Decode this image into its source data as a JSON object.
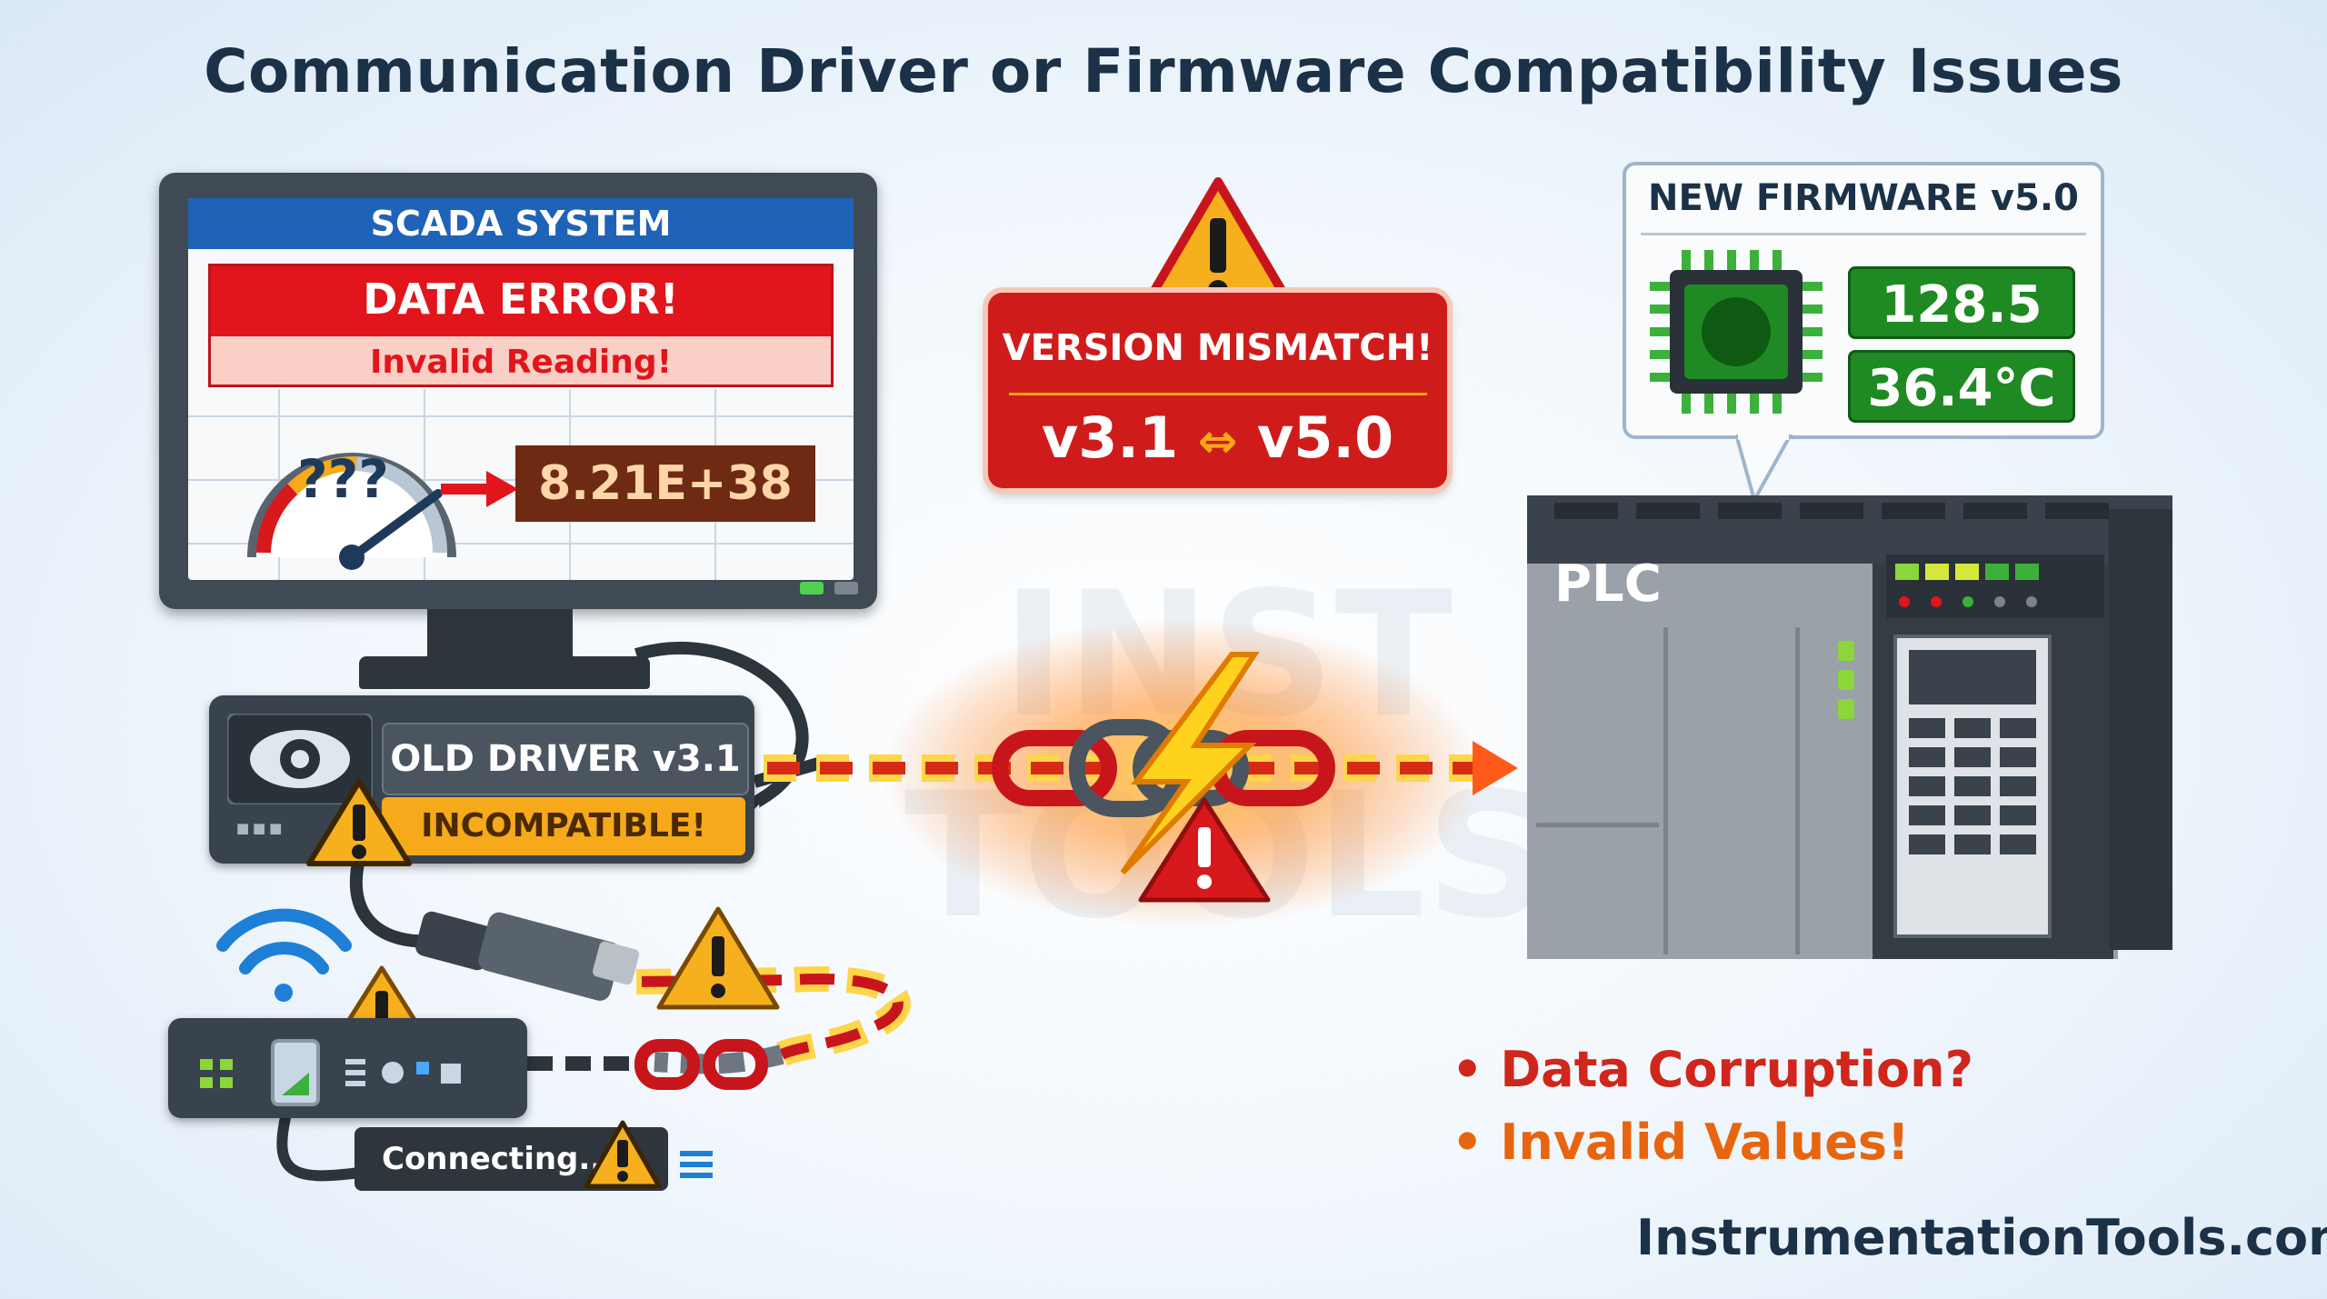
{
  "title": "Communication Driver or Firmware Compatibility Issues",
  "watermark": "INST TOOLS",
  "scada": {
    "header": "SCADA SYSTEM",
    "error_title": "DATA ERROR!",
    "error_subtitle": "Invalid Reading!",
    "gauge_text": "???",
    "reading_value": "8.21E+38"
  },
  "driver": {
    "label": "OLD DRIVER v3.1",
    "status": "INCOMPATIBLE!"
  },
  "mismatch": {
    "title": "VERSION MISMATCH!",
    "old_version": "v3.1",
    "arrow": "⇔",
    "new_version": "v5.0"
  },
  "firmware": {
    "title": "NEW FIRMWARE v5.0",
    "value_1": "128.5",
    "value_2": "36.4°C"
  },
  "plc": {
    "label": "PLC"
  },
  "router": {
    "status": "Connecting..."
  },
  "notes": [
    {
      "text": "• Data Corruption?",
      "color": "#d0261b"
    },
    {
      "text": "• Invalid Values!",
      "color": "#e8650f"
    }
  ],
  "footer": "InstrumentationTools.com",
  "colors": {
    "dark_navy": "#1b3148",
    "error_red": "#e1151b",
    "warning_orange": "#f6a91a",
    "ok_green": "#1f8a24",
    "scada_blue": "#1e63b8"
  }
}
